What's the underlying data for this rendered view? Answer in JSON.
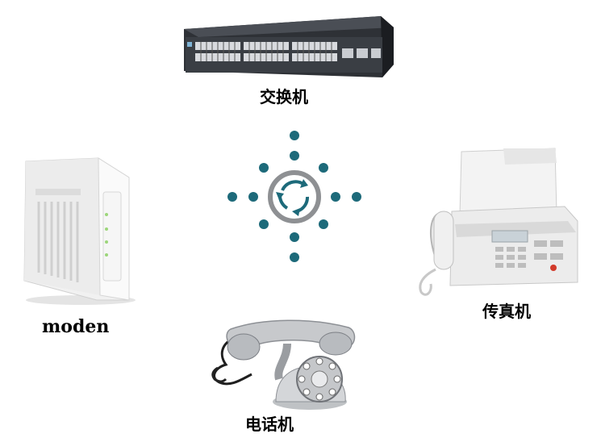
{
  "devices": {
    "switch": {
      "label": "交换机",
      "icon": "network-switch-icon"
    },
    "modem": {
      "label": "moden",
      "icon": "modem-icon"
    },
    "fax": {
      "label": "传真机",
      "icon": "fax-machine-icon"
    },
    "phone": {
      "label": "电话机",
      "icon": "retro-telephone-icon"
    }
  },
  "hub": {
    "icon": "circular-arrows-icon",
    "color": "#1d6a7a"
  }
}
